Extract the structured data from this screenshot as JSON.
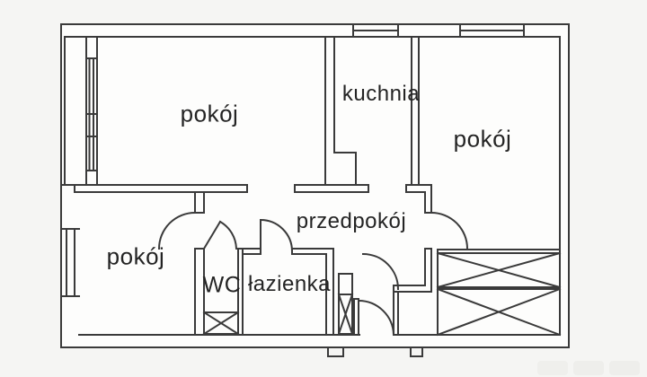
{
  "plan": {
    "type": "apartment-floor-plan",
    "background_color": "#f5f5f3",
    "floor_color": "#fdfdfc",
    "wall_color": "#3a3a3a",
    "label_color": "#242424",
    "rooms": [
      {
        "id": "room-top-left",
        "label": "pokój"
      },
      {
        "id": "kitchen",
        "label": "kuchnia"
      },
      {
        "id": "room-top-right",
        "label": "pokój"
      },
      {
        "id": "room-bottom-left",
        "label": "pokój"
      },
      {
        "id": "wc",
        "label": "WC"
      },
      {
        "id": "bathroom",
        "label": "łazienka"
      },
      {
        "id": "hallway",
        "label": "przedpokój"
      }
    ]
  }
}
